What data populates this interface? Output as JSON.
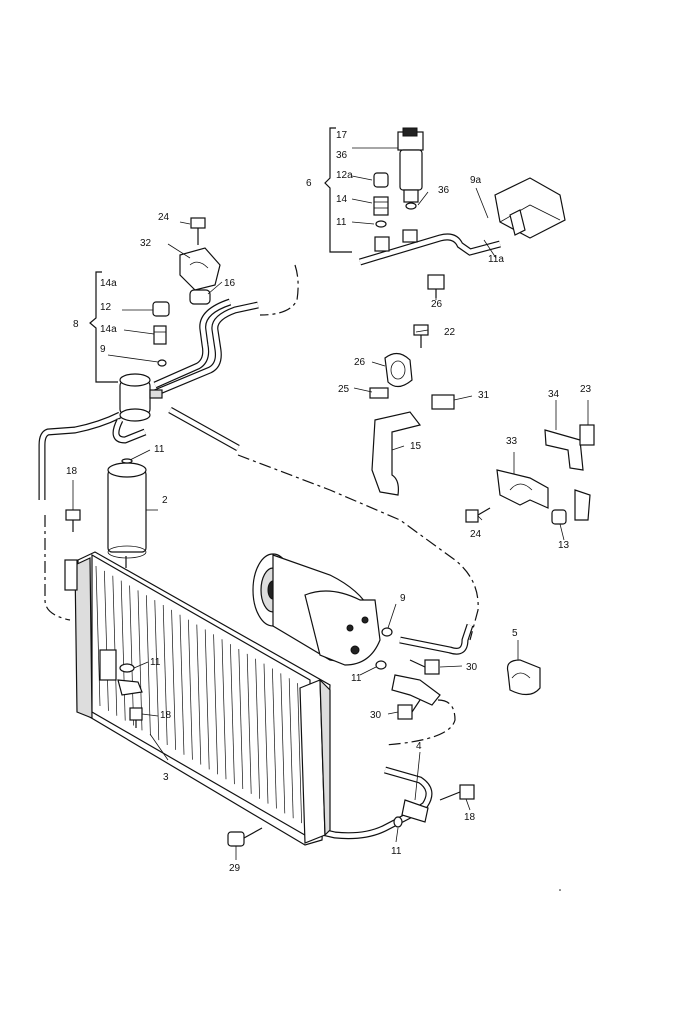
{
  "labels": {
    "l17": "17",
    "l36a": "36",
    "l6": "6",
    "l12a": "12a",
    "l14a_top": "14",
    "l11_top": "11",
    "l36b": "36",
    "l9a": "9a",
    "l11a": "11a",
    "l26_top": "26",
    "l24_top": "24",
    "l32": "32",
    "l16": "16",
    "l14a1": "14a",
    "l12": "12",
    "l8": "8",
    "l14a2": "14a",
    "l9_left": "9",
    "l22": "22",
    "l26_mid": "26",
    "l25": "25",
    "l31": "31",
    "l15": "15",
    "l34": "34",
    "l23": "23",
    "l33": "33",
    "l24_right": "24",
    "l13": "13",
    "l11_drier": "11",
    "l2": "2",
    "l18_left": "18",
    "l9_comp": "9",
    "l5": "5",
    "l30_right": "30",
    "l11_comp": "11",
    "l30_low": "30",
    "l11_cond": "11",
    "l18_cond": "18",
    "l3": "3",
    "l4": "4",
    "l18_right": "18",
    "l11_bottom": "11",
    "l29": "29"
  }
}
